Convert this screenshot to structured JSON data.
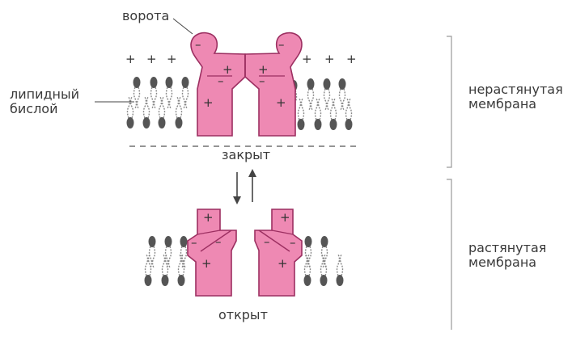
{
  "labels": {
    "gate": "ворота",
    "lipid_line1": "липидный",
    "lipid_line2": "бислой",
    "closed": "закрыт",
    "open": "открыт",
    "unstretched_line1": "нерастянутая",
    "unstretched_line2": "мембрана",
    "stretched_line1": "растянутая",
    "stretched_line2": "мембрана"
  },
  "charges": {
    "plus": "+",
    "minus": "–"
  },
  "colors": {
    "protein_fill": "#ee89b3",
    "protein_stroke": "#9c2f61",
    "lipid_head": "#555555",
    "text": "#3a3a3a",
    "bracket": "#9a9a9a"
  }
}
